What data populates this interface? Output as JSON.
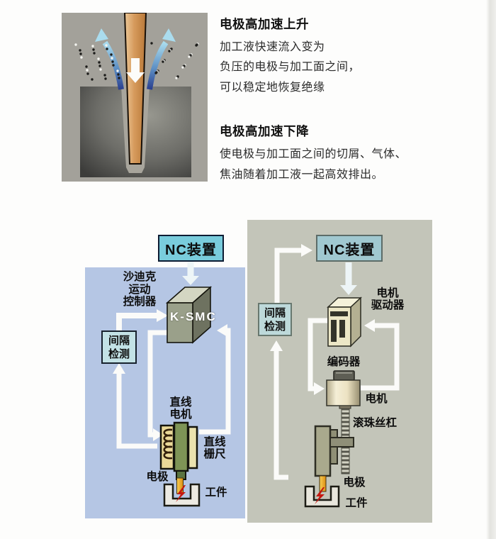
{
  "description": {
    "section1": {
      "title": "电极高加速上升",
      "lines": [
        "加工液快速流入变为",
        "负压的电极与加工面之间，",
        "可以稳定地恢复绝缘"
      ]
    },
    "section2": {
      "title": "电极高加速下降",
      "lines": [
        "使电极与加工面之间的切屑、气体、",
        "焦油随着加工液一起高效排出。"
      ]
    }
  },
  "left_diagram": {
    "nc_box": "NC装置",
    "controller_lines": [
      "沙迪克",
      "运动",
      "控制器"
    ],
    "ksmc_label": "K-SMC",
    "gap_detect_lines": [
      "间隔",
      "检测"
    ],
    "linear_motor_lines": [
      "直线",
      "电机"
    ],
    "linear_scale_lines": [
      "直线",
      "栅尺"
    ],
    "electrode": "电极",
    "workpiece": "工件"
  },
  "right_diagram": {
    "nc_box": "NC装置",
    "gap_detect_lines": [
      "间隔",
      "检测"
    ],
    "motor_driver_lines": [
      "电机",
      "驱动器"
    ],
    "encoder": "编码器",
    "motor": "电机",
    "ball_screw": "滚珠丝杠",
    "electrode": "电极",
    "workpiece": "工件"
  },
  "colors": {
    "left_panel": "#b5c6e4",
    "right_panel": "#c3c5b9",
    "nc_box_fill": "#79ccdc",
    "gap_box_fill": "#c3e2e6",
    "electrode_yellow": "#f0b030",
    "spark_red": "#c41810",
    "connector_white": "#fbfbf9"
  },
  "icons": {
    "top": [
      "electrode-illustration",
      "down-arrow-icon",
      "flush-up-arrow-icons",
      "debris-particle-icons"
    ],
    "left": [
      "ksmc-3d-box-icon",
      "linear-motor-icon",
      "linear-scale-icon",
      "electrode-icon",
      "workpiece-icon",
      "spark-icon"
    ],
    "right": [
      "motor-driver-3d-box-icon",
      "encoder-icon",
      "motor-icon",
      "ball-screw-icon",
      "ram-icon",
      "electrode-icon",
      "workpiece-icon",
      "spark-icon"
    ]
  }
}
